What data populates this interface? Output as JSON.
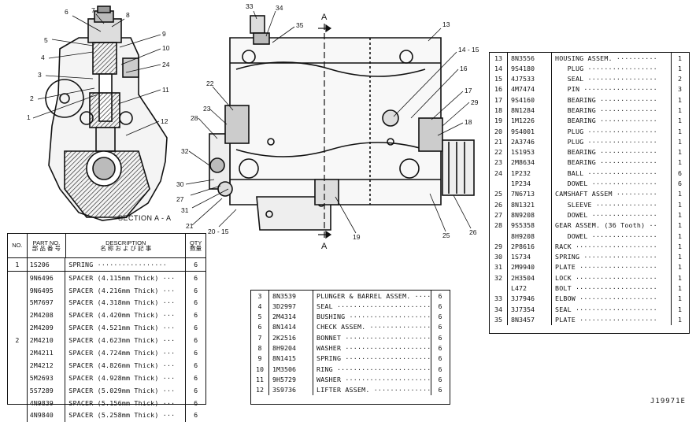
{
  "callouts": [
    {
      "id": "c6",
      "text": "6"
    },
    {
      "id": "c7",
      "text": "7"
    },
    {
      "id": "c8",
      "text": "8"
    },
    {
      "id": "c9",
      "text": "9"
    },
    {
      "id": "c5",
      "text": "5"
    },
    {
      "id": "c4",
      "text": "4"
    },
    {
      "id": "c10",
      "text": "10"
    },
    {
      "id": "c24",
      "text": "24"
    },
    {
      "id": "c3",
      "text": "3"
    },
    {
      "id": "c2",
      "text": "2"
    },
    {
      "id": "c11",
      "text": "11"
    },
    {
      "id": "c1",
      "text": "1"
    },
    {
      "id": "c12",
      "text": "12"
    },
    {
      "id": "c33",
      "text": "33"
    },
    {
      "id": "c34",
      "text": "34"
    },
    {
      "id": "c35",
      "text": "35"
    },
    {
      "id": "cA1",
      "text": "A"
    },
    {
      "id": "cA2",
      "text": "A"
    },
    {
      "id": "c13",
      "text": "13"
    },
    {
      "id": "c1415",
      "text": "14 - 15"
    },
    {
      "id": "c16",
      "text": "16"
    },
    {
      "id": "c17",
      "text": "17"
    },
    {
      "id": "c29",
      "text": "29"
    },
    {
      "id": "c18",
      "text": "18"
    },
    {
      "id": "c22",
      "text": "22"
    },
    {
      "id": "c23",
      "text": "23"
    },
    {
      "id": "c28",
      "text": "28"
    },
    {
      "id": "c32",
      "text": "32"
    },
    {
      "id": "c30",
      "text": "30"
    },
    {
      "id": "c27",
      "text": "27"
    },
    {
      "id": "c31",
      "text": "31"
    },
    {
      "id": "c21",
      "text": "21"
    },
    {
      "id": "c2015",
      "text": "20 - 15"
    },
    {
      "id": "c19",
      "text": "19"
    },
    {
      "id": "c25",
      "text": "25"
    },
    {
      "id": "c26",
      "text": "26"
    }
  ],
  "section_label": "SECTION A - A",
  "figure_number": "J19971E",
  "table1": {
    "headers": {
      "no": "NO.",
      "part_no": "PART NO.",
      "part_no_jp": "部 品 番 号",
      "description": "DESCRIPTION",
      "description_jp": "名 称 お よ び 記 事",
      "qty": "QTY",
      "qty_jp": "数量"
    },
    "groups": [
      {
        "no": "1",
        "rows": [
          {
            "part": "1S206",
            "desc": "SPRING ·················",
            "qty": "6"
          }
        ]
      },
      {
        "no": "2",
        "rows": [
          {
            "part": "9N6496",
            "desc": "SPACER (4.115mm Thick) ···",
            "qty": "6"
          },
          {
            "part": "9N6495",
            "desc": "SPACER (4.216mm Thick) ···",
            "qty": "6"
          },
          {
            "part": "5M7697",
            "desc": "SPACER (4.318mm Thick) ···",
            "qty": "6"
          },
          {
            "part": "2M4208",
            "desc": "SPACER (4.420mm Thick) ···",
            "qty": "6"
          },
          {
            "part": "2M4209",
            "desc": "SPACER (4.521mm Thick) ···",
            "qty": "6"
          },
          {
            "part": "2M4210",
            "desc": "SPACER (4.623mm Thick) ···",
            "qty": "6"
          },
          {
            "part": "2M4211",
            "desc": "SPACER (4.724mm Thick) ···",
            "qty": "6"
          },
          {
            "part": "2M4212",
            "desc": "SPACER (4.826mm Thick) ···",
            "qty": "6"
          },
          {
            "part": "5M2693",
            "desc": "SPACER (4.928mm Thick) ···",
            "qty": "6"
          },
          {
            "part": "5S7289",
            "desc": "SPACER (5.029mm Thick) ···",
            "qty": "6"
          },
          {
            "part": "4N9839",
            "desc": "SPACER (5.156mm Thick) ···",
            "qty": "6"
          },
          {
            "part": "4N9840",
            "desc": "SPACER (5.258mm Thick) ···",
            "qty": "6"
          }
        ]
      }
    ]
  },
  "table2": [
    {
      "no": "3",
      "part": "8N3539",
      "desc": "PLUNGER & BARREL ASSEM. ·····",
      "qty": "6"
    },
    {
      "no": "4",
      "part": "3D2997",
      "desc": "SEAL ·························",
      "qty": "6"
    },
    {
      "no": "5",
      "part": "2M4314",
      "desc": "BUSHING ······················",
      "qty": "6"
    },
    {
      "no": "6",
      "part": "8N1414",
      "desc": "CHECK ASSEM. ·················",
      "qty": "6"
    },
    {
      "no": "7",
      "part": "2K2516",
      "desc": "BONNET ·······················",
      "qty": "6"
    },
    {
      "no": "8",
      "part": "8H9204",
      "desc": "WASHER ·······················",
      "qty": "6"
    },
    {
      "no": "9",
      "part": "8N1415",
      "desc": "SPRING ·······················",
      "qty": "6"
    },
    {
      "no": "10",
      "part": "1M3506",
      "desc": "RING ·························",
      "qty": "6"
    },
    {
      "no": "11",
      "part": "9H5729",
      "desc": "WASHER ·······················",
      "qty": "6"
    },
    {
      "no": "12",
      "part": "3S9736",
      "desc": "LIFTER ASSEM. ················",
      "qty": "6"
    }
  ],
  "table3": [
    {
      "no": "13",
      "part": "8N3556",
      "desc": "HOUSING ASSEM. ··········",
      "qty": "1"
    },
    {
      "no": "14",
      "part": "9S4180",
      "desc": "   PLUG ·················",
      "qty": "1"
    },
    {
      "no": "15",
      "part": "4J7533",
      "desc": "   SEAL ·················",
      "qty": "2"
    },
    {
      "no": "16",
      "part": "4M7474",
      "desc": "   PIN ··················",
      "qty": "3"
    },
    {
      "no": "17",
      "part": "9S4160",
      "desc": "   BEARING ··············",
      "qty": "1"
    },
    {
      "no": "18",
      "part": "8N1284",
      "desc": "   BEARING ··············",
      "qty": "1"
    },
    {
      "no": "19",
      "part": "1M1226",
      "desc": "   BEARING ··············",
      "qty": "1"
    },
    {
      "no": "20",
      "part": "9S4001",
      "desc": "   PLUG ·················",
      "qty": "1"
    },
    {
      "no": "21",
      "part": "2A3746",
      "desc": "   PLUG ·················",
      "qty": "1"
    },
    {
      "no": "22",
      "part": "1S1953",
      "desc": "   BEARING ··············",
      "qty": "1"
    },
    {
      "no": "23",
      "part": "2M8634",
      "desc": "   BEARING ··············",
      "qty": "1"
    },
    {
      "no": "24",
      "part": "1P232",
      "desc": "   BALL ·················",
      "qty": "6",
      "group": "24a"
    },
    {
      "no": "",
      "part": "1P234",
      "desc": "   DOWEL ················",
      "qty": "6",
      "group": "24b"
    },
    {
      "no": "25",
      "part": "7N6713",
      "desc": "CAMSHAFT ASSEM ··········",
      "qty": "1"
    },
    {
      "no": "26",
      "part": "8N1321",
      "desc": "   SLEEVE ···············",
      "qty": "1"
    },
    {
      "no": "27",
      "part": "8N9208",
      "desc": "   DOWEL ················",
      "qty": "1"
    },
    {
      "no": "28",
      "part": "9S5358",
      "desc": "GEAR ASSEM. (36 Tooth) ··",
      "qty": "1",
      "group": "28a"
    },
    {
      "no": "",
      "part": "8H9208",
      "desc": "   DOWEL ················",
      "qty": "1",
      "group": "28b"
    },
    {
      "no": "29",
      "part": "2P8616",
      "desc": "RACK ····················",
      "qty": "1"
    },
    {
      "no": "30",
      "part": "1S734",
      "desc": "SPRING ··················",
      "qty": "1"
    },
    {
      "no": "31",
      "part": "2M9940",
      "desc": "PLATE ···················",
      "qty": "1"
    },
    {
      "no": "32",
      "part": "2H3504",
      "desc": "LOCK ····················",
      "qty": "1",
      "group": "32a"
    },
    {
      "no": "",
      "part": "L472",
      "desc": "BOLT ····················",
      "qty": "1",
      "group": "32b"
    },
    {
      "no": "33",
      "part": "3J7946",
      "desc": "ELBOW ···················",
      "qty": "1"
    },
    {
      "no": "34",
      "part": "3J7354",
      "desc": "SEAL ····················",
      "qty": "1"
    },
    {
      "no": "35",
      "part": "8N3457",
      "desc": "PLATE ···················",
      "qty": "1"
    }
  ]
}
